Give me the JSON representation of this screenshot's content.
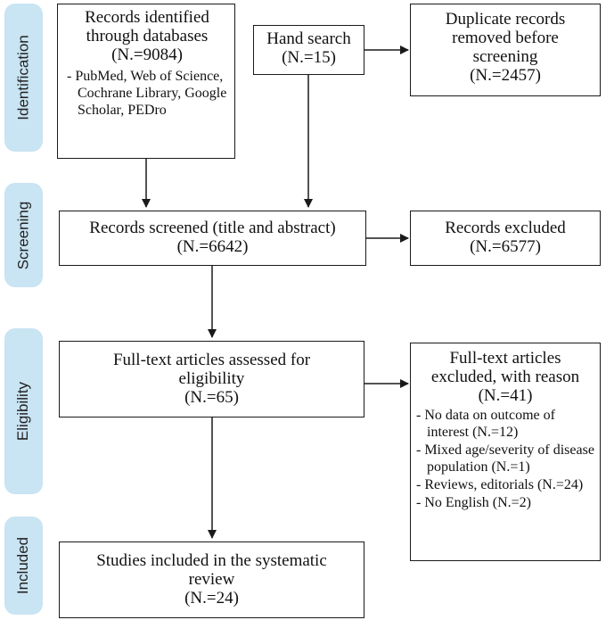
{
  "stages": {
    "identification": "Identification",
    "screening": "Screening",
    "eligibility": "Eligibility",
    "included": "Included"
  },
  "boxes": {
    "records_identified": {
      "title": "Records identified through databases",
      "count": "(N.=9084)",
      "items": [
        "PubMed, Web of Science, Cochrane Library, Google Scholar, PEDro"
      ]
    },
    "hand_search": {
      "title": "Hand search",
      "count": "(N.=15)"
    },
    "duplicates_removed": {
      "title": "Duplicate records removed before screening",
      "count": "(N.=2457)"
    },
    "records_screened": {
      "title": "Records screened (title and abstract)",
      "count": "(N.=6642)"
    },
    "records_excluded": {
      "title": "Records excluded",
      "count": "(N.=6577)"
    },
    "fulltext_assessed": {
      "title": "Full-text articles assessed for eligibility",
      "count": "(N.=65)"
    },
    "fulltext_excluded": {
      "title": "Full-text articles excluded, with reason",
      "count": "(N.=41)",
      "items": [
        "No data on outcome of interest (N.=12)",
        "Mixed age/severity of disease population (N.=1)",
        "Reviews, editorials (N.=24)",
        "No English (N.=2)"
      ]
    },
    "studies_included": {
      "title": "Studies included in the systematic review",
      "count": "(N.=24)"
    }
  }
}
